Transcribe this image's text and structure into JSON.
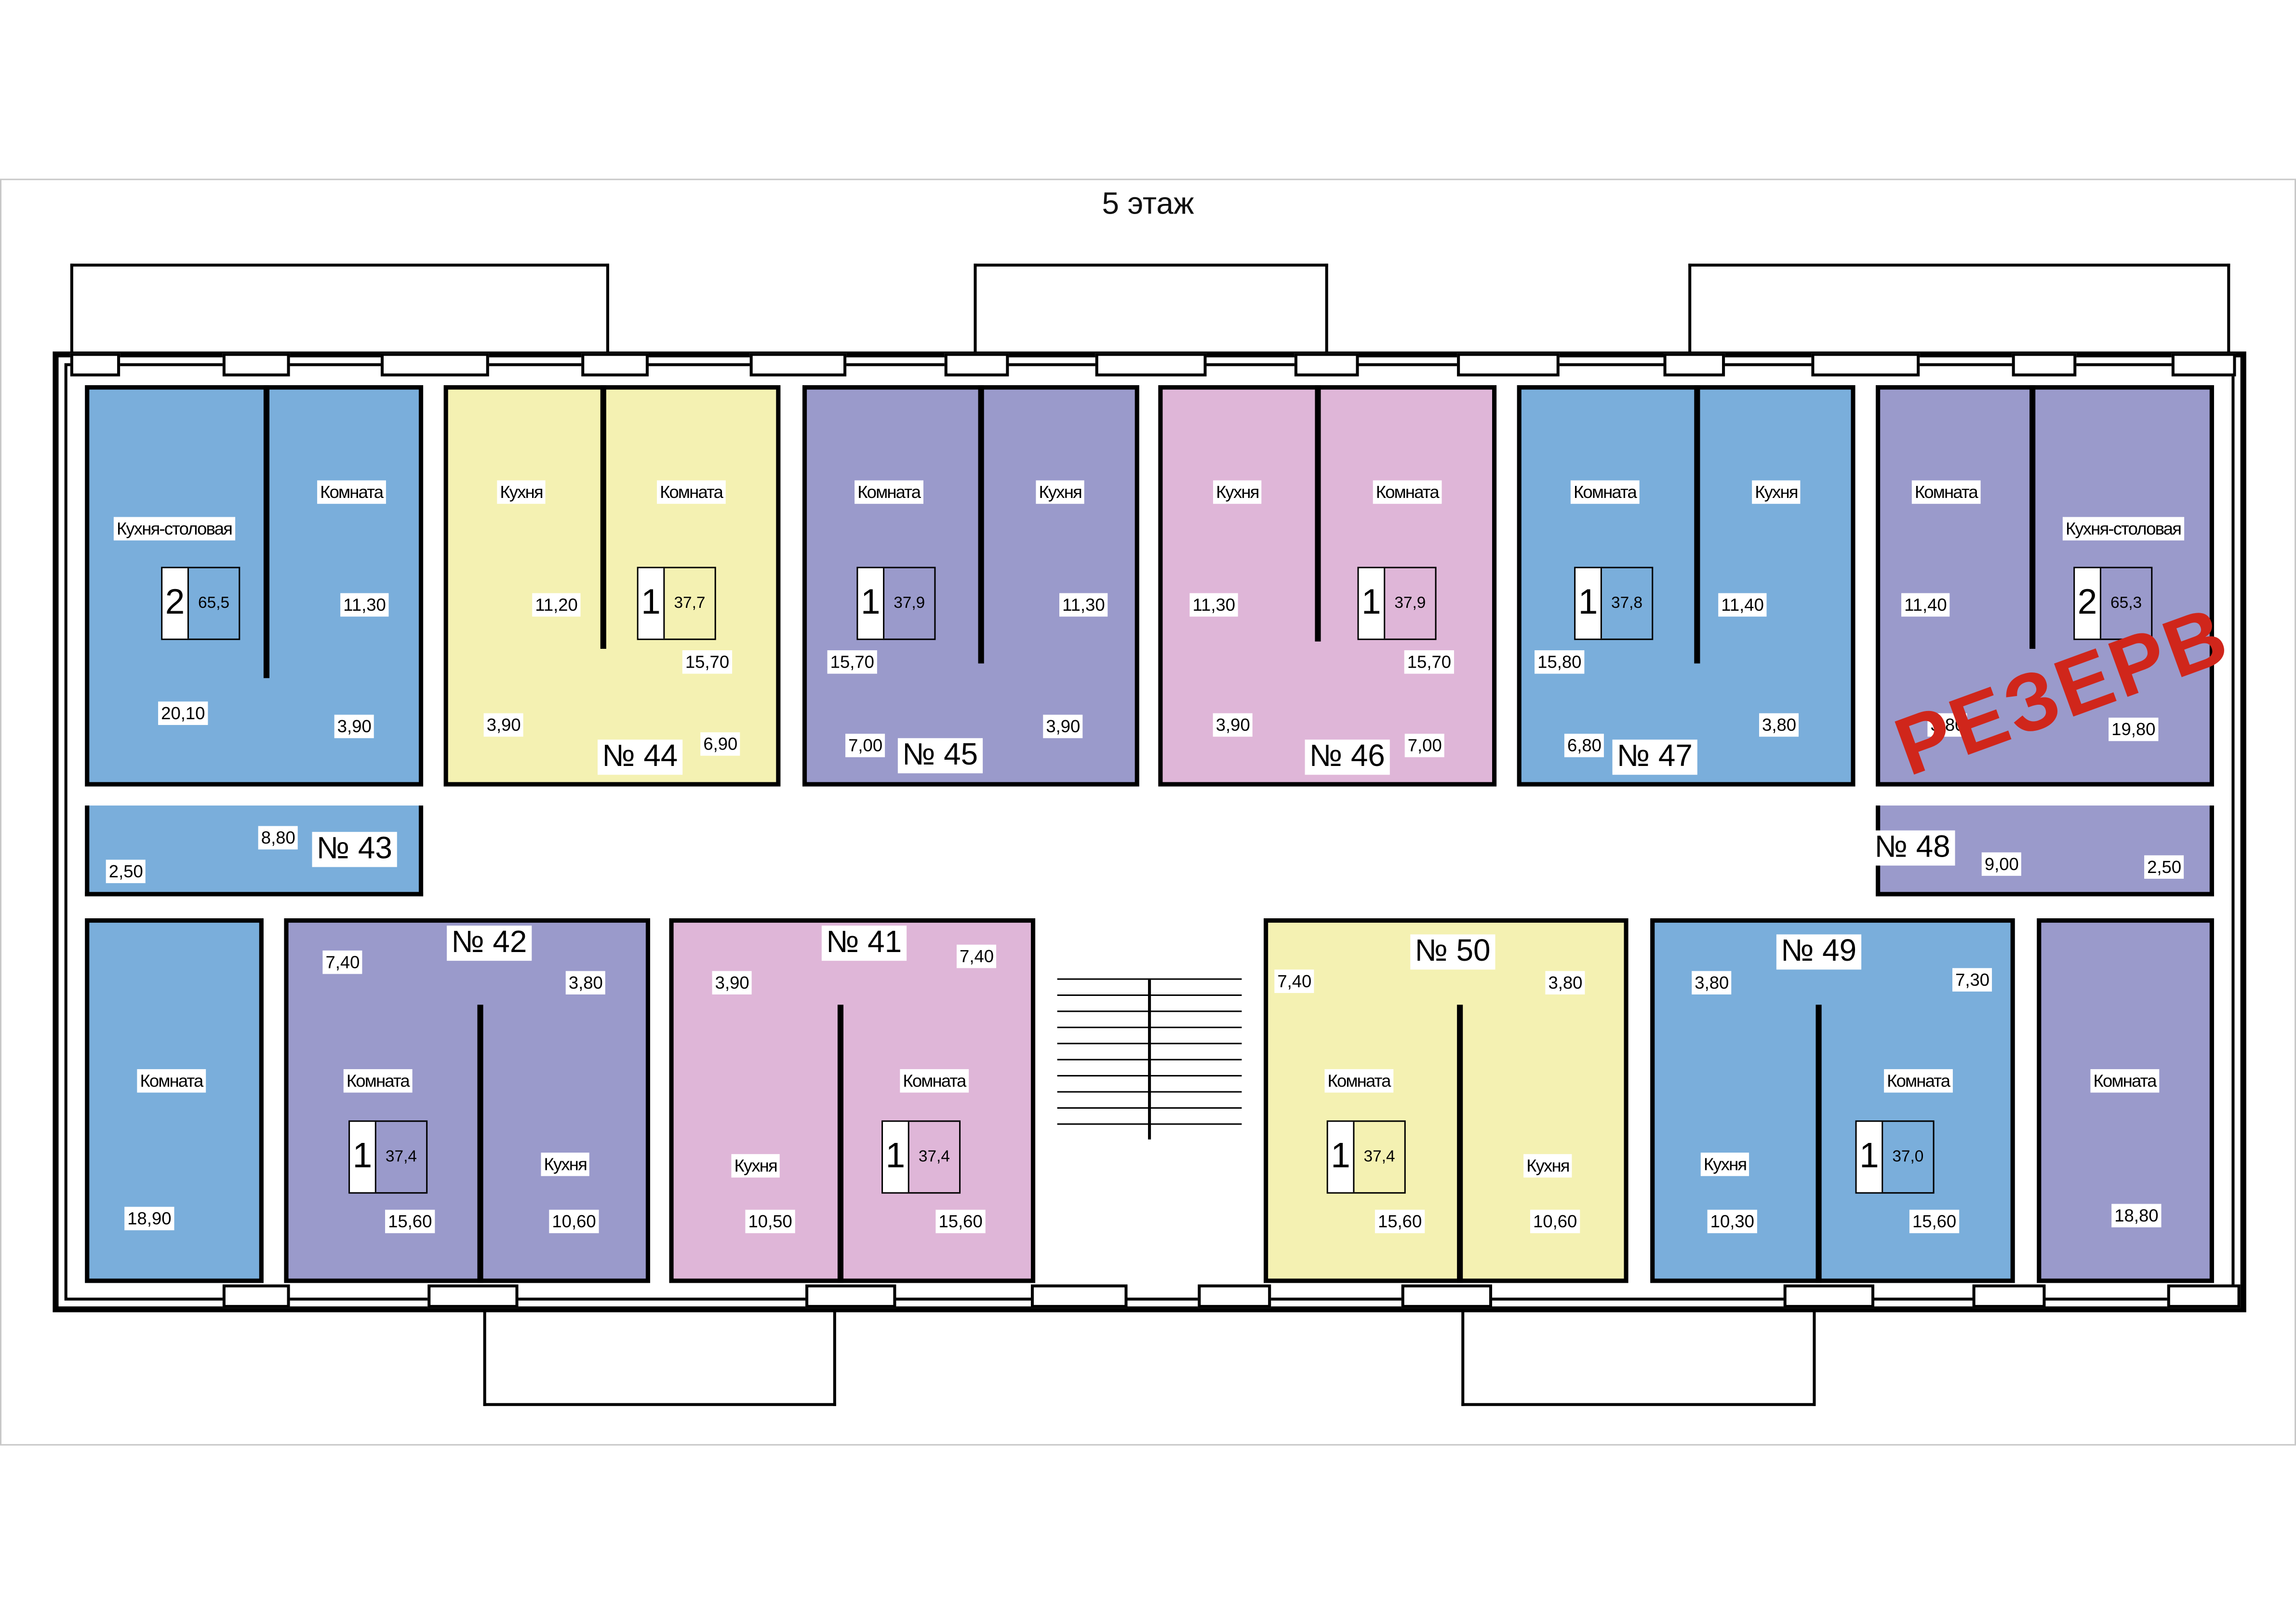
{
  "title": "5 этаж",
  "stamp": "РЕЗЕРВ",
  "colors": {
    "blue": "#7aaedb",
    "yellow": "#f4f1b2",
    "purple": "#9a9acb",
    "pink": "#dfb6d8",
    "stamp": "#d0261b"
  },
  "apartments": {
    "a43": {
      "number": "№ 43",
      "rooms": "2",
      "area": "65,5",
      "labels": [
        "Кухня-столовая",
        "Комната",
        "11,30",
        "20,10",
        "3,90",
        "8,80",
        "2,50",
        "Комната",
        "18,90"
      ]
    },
    "a44": {
      "number": "№ 44",
      "rooms": "1",
      "area": "37,7",
      "labels": [
        "Кухня",
        "Комната",
        "11,20",
        "15,70",
        "3,90",
        "6,90"
      ]
    },
    "a45": {
      "number": "№ 45",
      "rooms": "1",
      "area": "37,9",
      "labels": [
        "Комната",
        "Кухня",
        "11,30",
        "15,70",
        "3,90",
        "7,00"
      ]
    },
    "a46": {
      "number": "№ 46",
      "rooms": "1",
      "area": "37,9",
      "labels": [
        "Кухня",
        "Комната",
        "11,30",
        "15,70",
        "3,90",
        "7,00"
      ]
    },
    "a47": {
      "number": "№ 47",
      "rooms": "1",
      "area": "37,8",
      "labels": [
        "Комната",
        "Кухня",
        "11,40",
        "15,80",
        "3,80",
        "6,80"
      ]
    },
    "a48": {
      "number": "№ 48",
      "rooms": "2",
      "area": "65,3",
      "labels": [
        "Комната",
        "Кухня-столовая",
        "11,40",
        "3,80",
        "19,80",
        "9,00",
        "2,50",
        "Комната",
        "18,80"
      ]
    },
    "a42": {
      "number": "№ 42",
      "rooms": "1",
      "area": "37,4",
      "labels": [
        "7,40",
        "3,80",
        "Комната",
        "15,60",
        "Кухня",
        "10,60"
      ]
    },
    "a41": {
      "number": "№ 41",
      "rooms": "1",
      "area": "37,4",
      "labels": [
        "3,90",
        "7,40",
        "Комната",
        "Кухня",
        "10,50",
        "15,60"
      ]
    },
    "a50": {
      "number": "№ 50",
      "rooms": "1",
      "area": "37,4",
      "labels": [
        "7,40",
        "3,80",
        "Комната",
        "Кухня",
        "15,60",
        "10,60"
      ]
    },
    "a49": {
      "number": "№ 49",
      "rooms": "1",
      "area": "37,0",
      "labels": [
        "3,80",
        "7,30",
        "Комната",
        "Кухня",
        "10,30",
        "15,60"
      ]
    }
  }
}
